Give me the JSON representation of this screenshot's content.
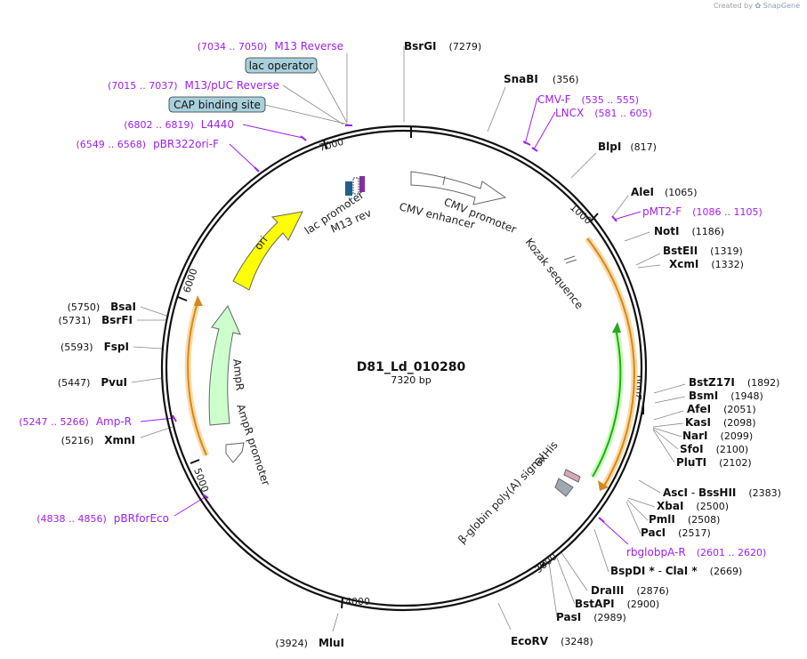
{
  "credit": {
    "prefix": "Created by",
    "brand": "SnapGene"
  },
  "plasmid": {
    "name": "D81_Ld_010280",
    "length_label": "7320 bp",
    "length": 7320
  },
  "ticks": [
    "1000",
    "2000",
    "3000",
    "4000",
    "5000",
    "6000",
    "7000"
  ],
  "colors": {
    "primer": "#a020f0",
    "backbone": "#111111",
    "ori": "#ffff00",
    "ampr": "#ccffcc",
    "orange": "#f0a030",
    "green": "#22aa22",
    "leader": "#888888"
  },
  "features": [
    {
      "id": "ori",
      "label": "ori",
      "color": "#ffff00"
    },
    {
      "id": "ampr",
      "label": "AmpR",
      "color": "#ccffcc"
    },
    {
      "id": "ampr_promoter",
      "label": "AmpR promoter",
      "color": "#ffffff"
    },
    {
      "id": "cmv_enhancer",
      "label": "CMV enhancer",
      "color": "#ffffff"
    },
    {
      "id": "cmv_promoter",
      "label": "CMV promoter",
      "color": "#ffffff"
    },
    {
      "id": "lac_promoter",
      "label": "lac promoter",
      "color": "#ffffff"
    },
    {
      "id": "m13_rev",
      "label": "M13 rev",
      "color": "#ffffff"
    },
    {
      "id": "kozak",
      "label": "Kozak sequence",
      "color": "#ffffff"
    },
    {
      "id": "his",
      "label": "6xHis",
      "color": "#c8a0a0"
    },
    {
      "id": "betaglobin",
      "label": "β-globin poly(A) signal",
      "color": "#a0a0a0"
    }
  ],
  "boxed_features": [
    {
      "label": "lac operator"
    },
    {
      "label": "CAP binding site"
    }
  ],
  "sites": [
    {
      "name": "BsrGI",
      "pos": "(7279)"
    },
    {
      "name": "SnaBI",
      "pos": "(356)"
    },
    {
      "name": "BlpI",
      "pos": "(817)"
    },
    {
      "name": "AleI",
      "pos": "(1065)"
    },
    {
      "name": "NotI",
      "pos": "(1186)"
    },
    {
      "name": "BstEII",
      "pos": "(1319)"
    },
    {
      "name": "XcmI",
      "pos": "(1332)"
    },
    {
      "name": "BstZ17I",
      "pos": "(1892)"
    },
    {
      "name": "BsmI",
      "pos": "(1948)"
    },
    {
      "name": "AfeI",
      "pos": "(2051)"
    },
    {
      "name": "KasI",
      "pos": "(2098)"
    },
    {
      "name": "NarI",
      "pos": "(2099)"
    },
    {
      "name": "SfoI",
      "pos": "(2100)"
    },
    {
      "name": "PluTI",
      "pos": "(2102)"
    },
    {
      "name": "AscI",
      "pos": "(2383)",
      "extra": "BssHII",
      "sep": " - "
    },
    {
      "name": "XbaI",
      "pos": "(2500)"
    },
    {
      "name": "PmlI",
      "pos": "(2508)"
    },
    {
      "name": "PacI",
      "pos": "(2517)"
    },
    {
      "name": "BspDI *",
      "pos": "(2669)",
      "extra": "ClaI *",
      "sep": " - "
    },
    {
      "name": "DraIII",
      "pos": "(2876)"
    },
    {
      "name": "BstAPI",
      "pos": "(2900)"
    },
    {
      "name": "PasI",
      "pos": "(2989)"
    },
    {
      "name": "EcoRV",
      "pos": "(3248)"
    },
    {
      "name": "MluI",
      "pos": "(3924)"
    },
    {
      "name": "XmnI",
      "pos": "(5216)"
    },
    {
      "name": "PvuI",
      "pos": "(5447)"
    },
    {
      "name": "FspI",
      "pos": "(5593)"
    },
    {
      "name": "BsrFI",
      "pos": "(5731)"
    },
    {
      "name": "BsaI",
      "pos": "(5750)"
    }
  ],
  "primers": [
    {
      "name": "M13 Reverse",
      "range": "(7034 .. 7050)"
    },
    {
      "name": "M13/pUC Reverse",
      "range": "(7015 .. 7037)"
    },
    {
      "name": "L4440",
      "range": "(6802 .. 6819)"
    },
    {
      "name": "pBR322ori-F",
      "range": "(6549 .. 6568)"
    },
    {
      "name": "CMV-F",
      "range": "(535 .. 555)"
    },
    {
      "name": "LNCX",
      "range": "(581 .. 605)"
    },
    {
      "name": "pMT2-F",
      "range": "(1086 .. 1105)"
    },
    {
      "name": "rbglobpA-R",
      "range": "(2601 .. 2620)"
    },
    {
      "name": "Amp-R",
      "range": "(5247 .. 5266)"
    },
    {
      "name": "pBRforEco",
      "range": "(4838 .. 4856)"
    }
  ]
}
